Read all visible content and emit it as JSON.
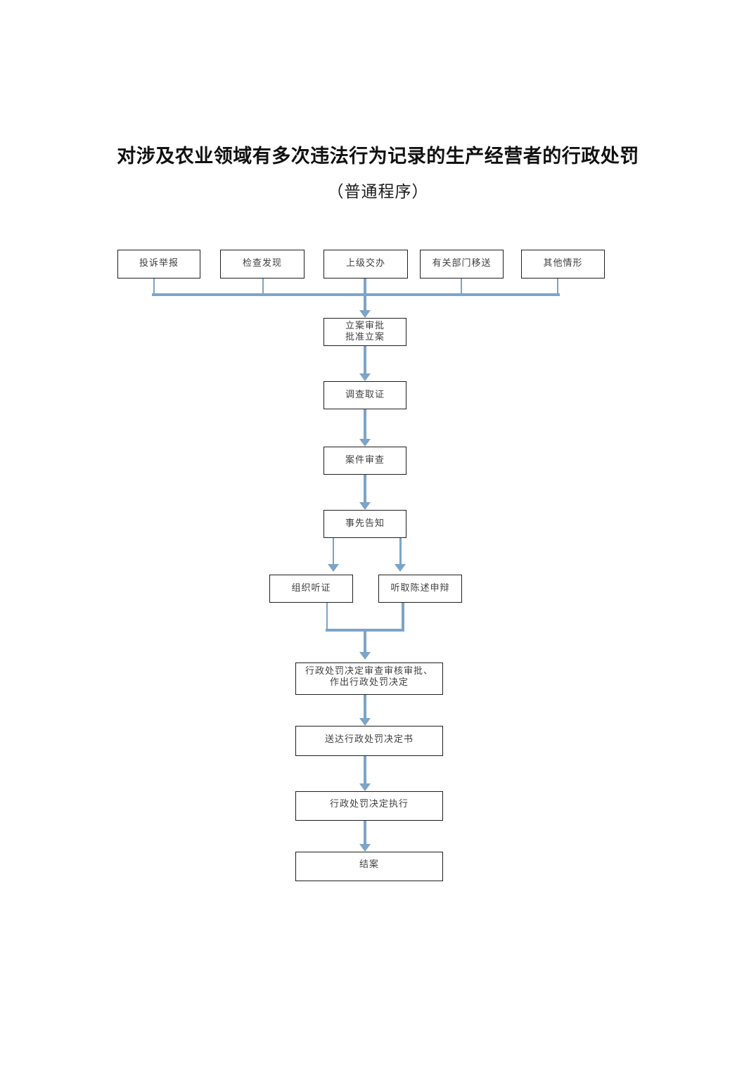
{
  "page": {
    "title": "对涉及农业领域有多次违法行为记录的生产经营者的行政处罚",
    "subtitle": "（普通程序）"
  },
  "colors": {
    "connector_blue": "#7da4c9",
    "box_border": "#1f1f1f"
  },
  "flow": {
    "sources": [
      {
        "label": "投诉举报"
      },
      {
        "label": "检查发现"
      },
      {
        "label": "上级交办"
      },
      {
        "label": "有关部门移送"
      },
      {
        "label": "其他情形"
      }
    ],
    "filing": {
      "line1": "立案审批",
      "line2": "批准立案"
    },
    "investigation": {
      "label": "调查取证"
    },
    "case_review": {
      "label": "案件审查"
    },
    "prior_notice": {
      "label": "事先告知"
    },
    "hearing": {
      "label": "组织听证"
    },
    "statement": {
      "label": "听取陈述申辩"
    },
    "decision": {
      "line1": "行政处罚决定审查审核审批、",
      "line2": "作出行政处罚决定"
    },
    "delivery": {
      "label": "送达行政处罚决定书"
    },
    "execution": {
      "label": "行政处罚决定执行"
    },
    "closing": {
      "label": "结案"
    }
  }
}
